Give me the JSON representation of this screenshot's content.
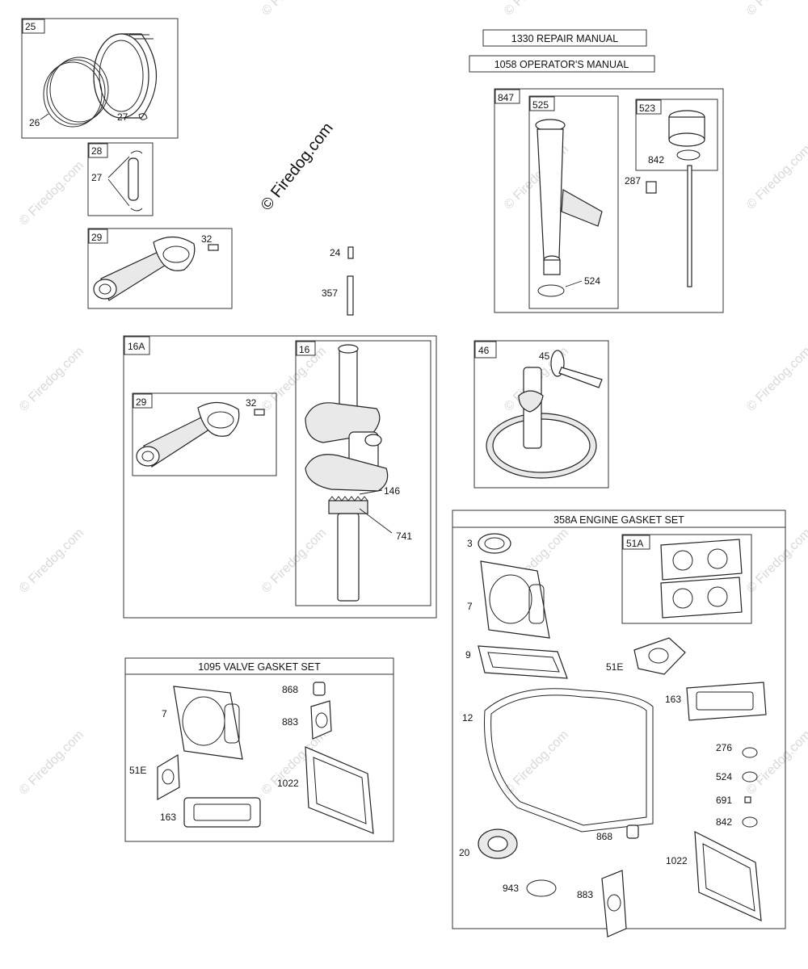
{
  "watermark": {
    "text": "© Firedog.com"
  },
  "manuals": {
    "repair": "1330 REPAIR MANUAL",
    "operator": "1058 OPERATOR'S MANUAL"
  },
  "piston": {
    "box": "25",
    "ring": "26",
    "lock": "27"
  },
  "pin": {
    "box": "28",
    "lock": "27"
  },
  "rod": {
    "box": "29",
    "bolt": "32"
  },
  "shaft": {
    "key": "24",
    "pin": "357"
  },
  "crank_group": {
    "box": "16A",
    "rod_box": "29",
    "rod_bolt": "32",
    "crank_box": "16",
    "gear": "146",
    "sensor": "741"
  },
  "dipstick": {
    "box": "847",
    "tube_box": "525",
    "cap_box": "523",
    "cap_oring": "842",
    "screw": "287",
    "tube_oring": "524"
  },
  "cam": {
    "box": "46",
    "lifter": "45"
  },
  "valve_gasket_set": {
    "title": "1095 VALVE GASKET SET",
    "head_gasket": "7",
    "intake_gasket": "51E",
    "breather_gasket": "163",
    "plug": "868",
    "carb_gasket": "883",
    "cover_gasket": "1022"
  },
  "engine_gasket_set": {
    "title": "358A ENGINE GASKET SET",
    "seal": "3",
    "head_gasket": "7",
    "head_pair_box": "51A",
    "base_gasket": "9",
    "intake_gasket": "51E",
    "sump_gasket": "12",
    "breather_gasket": "163",
    "washer_a": "276",
    "washer_b": "524",
    "washer_c": "691",
    "washer_d": "842",
    "oil_seal": "20",
    "plug": "868",
    "oring": "943",
    "carb_gasket": "883",
    "cover_gasket": "1022"
  }
}
